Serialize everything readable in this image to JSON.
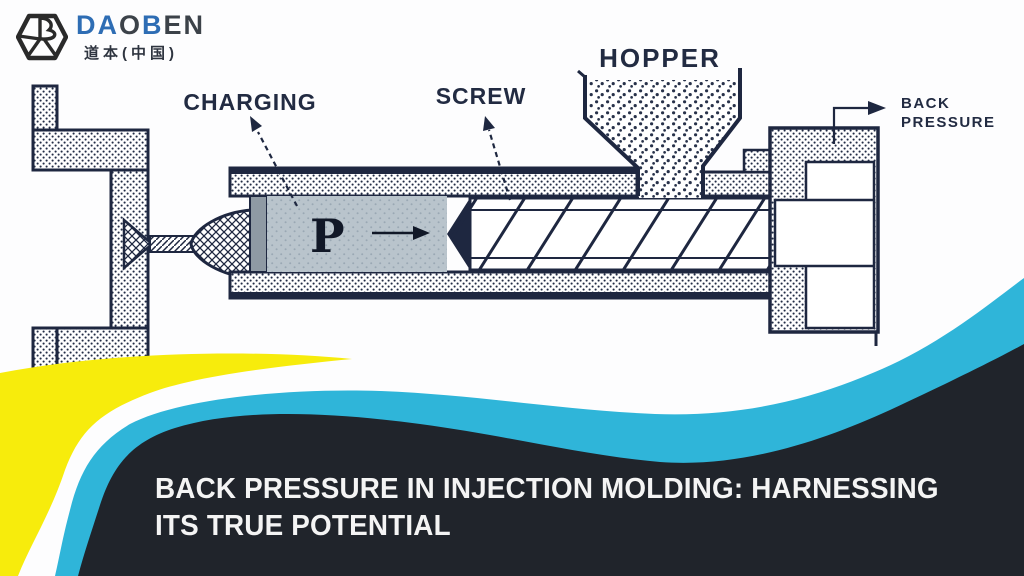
{
  "logo": {
    "brand": "DAOBEN",
    "brand_letters": [
      {
        "ch": "D",
        "tone": "blue"
      },
      {
        "ch": "A",
        "tone": "blue"
      },
      {
        "ch": "O",
        "tone": "dark"
      },
      {
        "ch": "B",
        "tone": "blue"
      },
      {
        "ch": "E",
        "tone": "dark"
      },
      {
        "ch": "N",
        "tone": "dark"
      }
    ],
    "subtitle": "道本(中国)"
  },
  "diagram": {
    "labels": {
      "charging": "CHARGING",
      "screw": "SCREW",
      "hopper": "HOPPER",
      "back_pressure_line1": "BACK",
      "back_pressure_line2": "PRESSURE",
      "pressure_symbol": "P"
    }
  },
  "banner": {
    "title_line1": "BACK PRESSURE IN INJECTION MOLDING: HARNESSING",
    "title_line2": "ITS TRUE POTENTIAL"
  },
  "colors": {
    "logo_blue": "#2e6db4",
    "logo_dark": "#3c4249",
    "diagram_ink": "#1e2740",
    "chamber_grey": "#b9c4cc",
    "wave_yellow": "#f7ec0c",
    "wave_cyan": "#2fb5d9",
    "wave_dark": "#20242b",
    "title_white": "#f4f4f4"
  }
}
